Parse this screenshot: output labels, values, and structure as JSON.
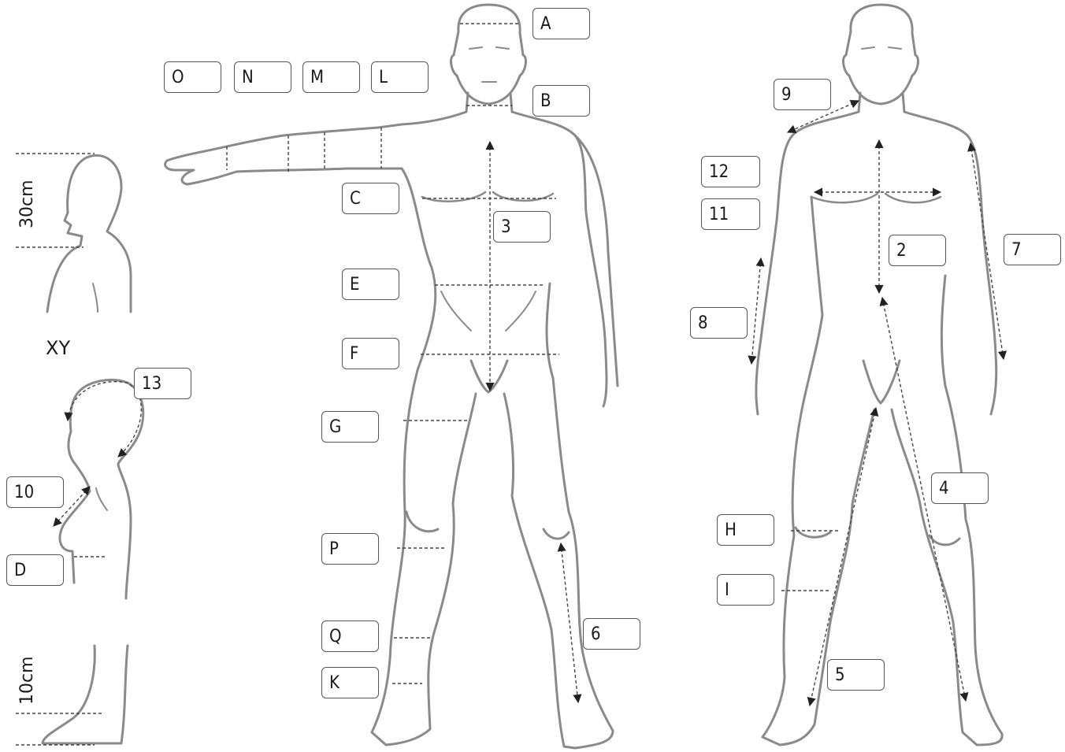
{
  "measurement_boxes": {
    "A": "A",
    "B": "B",
    "C": "C",
    "D": "D",
    "E": "E",
    "F": "F",
    "G": "G",
    "H": "H",
    "I": "I",
    "K": "K",
    "L": "L",
    "M": "M",
    "N": "N",
    "O": "O",
    "P": "P",
    "Q": "Q",
    "n2": "2",
    "n3": "3",
    "n4": "4",
    "n5": "5",
    "n6": "6",
    "n7": "7",
    "n8": "8",
    "n9": "9",
    "n10": "10",
    "n11": "11",
    "n12": "12",
    "n13": "13"
  },
  "labels": {
    "xy": "XY",
    "head_height": "30cm",
    "foot_height": "10cm"
  }
}
